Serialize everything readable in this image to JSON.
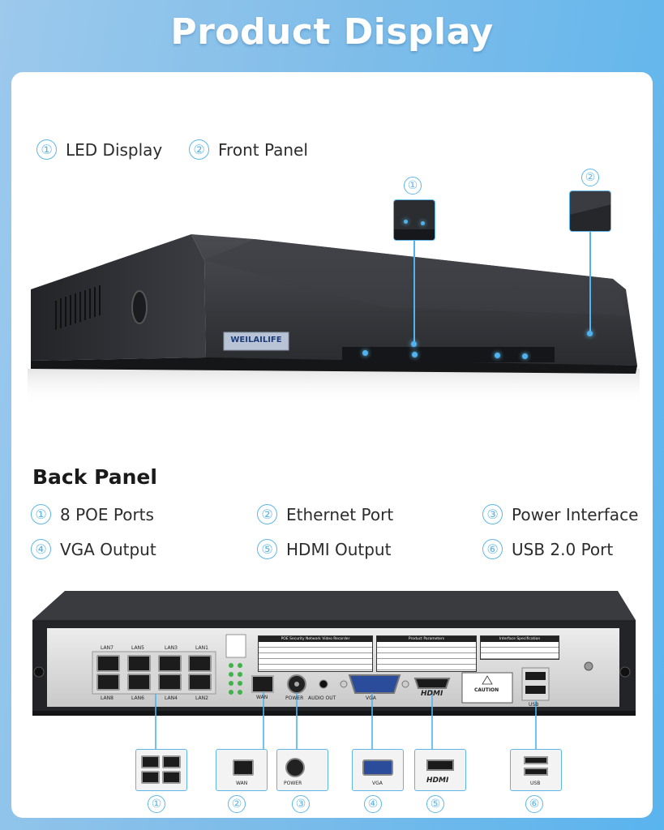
{
  "title": "Product Display",
  "front_labels": [
    {
      "num": "①",
      "text": "LED Display"
    },
    {
      "num": "②",
      "text": "Front Panel"
    }
  ],
  "front_markers": [
    "①",
    "②"
  ],
  "brand": "WEILAILIFE",
  "back_panel": {
    "heading": "Back Panel",
    "labels": [
      {
        "num": "①",
        "text": "8 POE Ports"
      },
      {
        "num": "②",
        "text": "Ethernet Port"
      },
      {
        "num": "③",
        "text": "Power Interface"
      },
      {
        "num": "④",
        "text": "VGA Output"
      },
      {
        "num": "⑤",
        "text": "HDMI Output"
      },
      {
        "num": "⑥",
        "text": "USB 2.0 Port"
      }
    ]
  },
  "device_labels": {
    "lan_top": [
      "LAN7",
      "LAN5",
      "LAN3",
      "LAN1"
    ],
    "lan_bottom": [
      "LAN8",
      "LAN6",
      "LAN4",
      "LAN2"
    ],
    "wan": "WAN",
    "power": "POWER",
    "audio_out": "AUDIO OUT",
    "vga": "VGA",
    "hdmi": "HDMI",
    "caution": "CAUTION",
    "usb": "USB",
    "spec_titles": [
      "POE Security Network Video Recorder",
      "Product Parameters",
      "Interface Specification"
    ]
  },
  "bottom_markers": [
    "①",
    "②",
    "③",
    "④",
    "⑤",
    "⑥"
  ]
}
